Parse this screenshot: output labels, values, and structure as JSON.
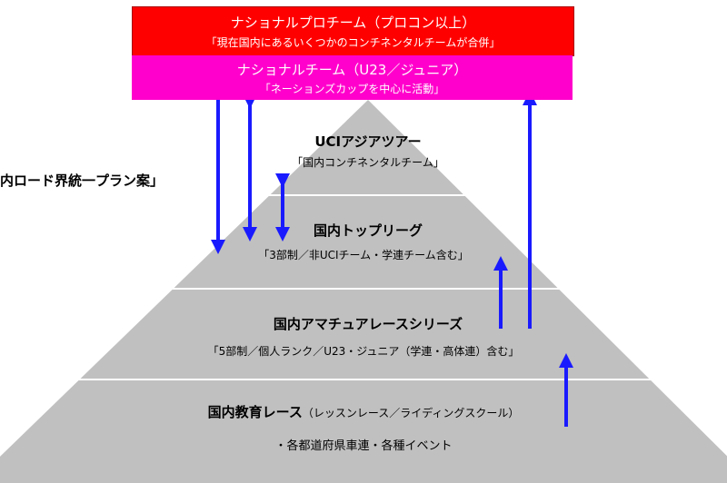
{
  "colors": {
    "pro_box": "#ff0000",
    "national_box": "#ff00cc",
    "pyramid": "#c0c0c0",
    "arrow": "#1a1aff",
    "divider": "#ffffff"
  },
  "side_label": "内ロード界統一プラン案」",
  "pro_team": {
    "title": "ナショナルプロチーム（プロコン以上）",
    "desc": "「現在国内にあるいくつかのコンチネンタルチームが合併」"
  },
  "national_team": {
    "title": "ナショナルチーム（U23／ジュニア）",
    "desc": "「ネーションズカップを中心に活動」"
  },
  "tiers": [
    {
      "title": "UCIアジアツアー",
      "desc": "「国内コンチネンタルチーム」"
    },
    {
      "title": "国内トップリーグ",
      "desc": "「3部制／非UCIチーム・学連チーム含む」"
    },
    {
      "title": "国内アマチュアレースシリーズ",
      "desc": "「5部制／個人ランク／U23・ジュニア（学連・高体連）含む」"
    },
    {
      "title": "国内教育レース",
      "title_suffix": "（レッスンレース／ライディングスクール）",
      "desc": "・各都道府県車連・各種イベント"
    }
  ]
}
